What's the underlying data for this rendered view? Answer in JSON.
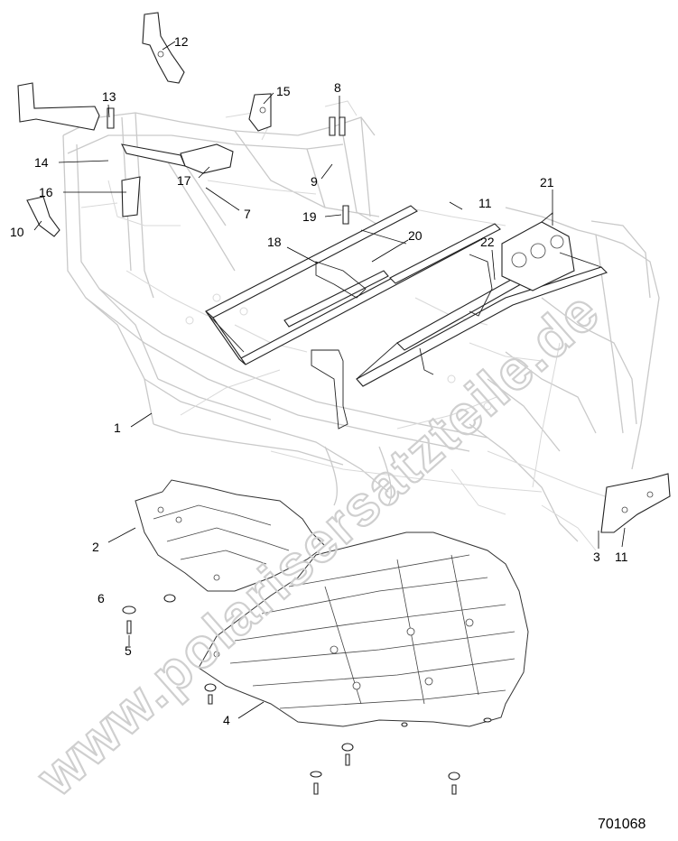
{
  "watermark": "www.polarisersatzteile.de",
  "figure_code": "701068",
  "callouts": {
    "c1": "1",
    "c2": "2",
    "c3": "3",
    "c4": "4",
    "c5": "5",
    "c6": "6",
    "c7": "7",
    "c8": "8",
    "c9": "9",
    "c10": "10",
    "c11a": "11",
    "c11b": "11",
    "c12": "12",
    "c13": "13",
    "c14": "14",
    "c15": "15",
    "c16": "16",
    "c17": "17",
    "c18": "18",
    "c19": "19",
    "c20": "20",
    "c21": "21",
    "c22": "22"
  }
}
